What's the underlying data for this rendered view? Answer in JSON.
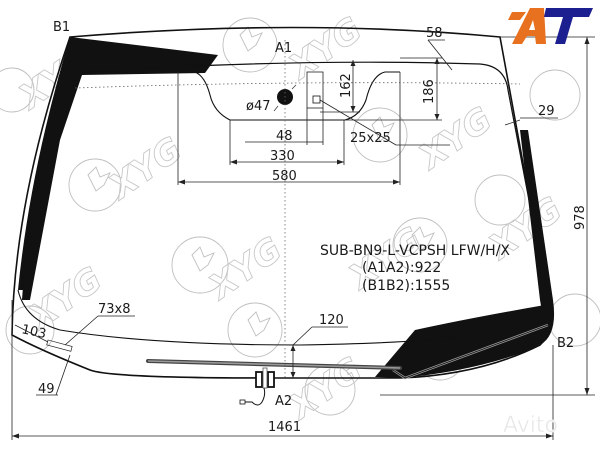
{
  "drawing": {
    "part_code": "SUB-BN9-L-VCPSH LFW/H/X",
    "a1a2": "(A1A2):922",
    "b1b2": "(B1B2):1555",
    "points": {
      "a1": "A1",
      "a2": "A2",
      "b1": "B1",
      "b2": "B2"
    },
    "dimensions": {
      "overall_width": "1461",
      "overall_height": "978",
      "sensor_area_width": "580",
      "sensor_inner_width": "330",
      "sensor_offset": "48",
      "sensor_height_1": "162",
      "sensor_height_2": "186",
      "hole_diameter": "ø47",
      "square_mark": "25x25",
      "top_band": "58",
      "side_band": "29",
      "bottom_gap": "120",
      "vin_window": "73x8",
      "vin_offset_1": "103",
      "vin_offset_2": "49"
    }
  },
  "branding": {
    "logo_letters": "AT",
    "logo_orange": "#e8711f",
    "logo_blue": "#1b1f8f",
    "watermark_text": "XYG",
    "avito_text": "Avito"
  }
}
